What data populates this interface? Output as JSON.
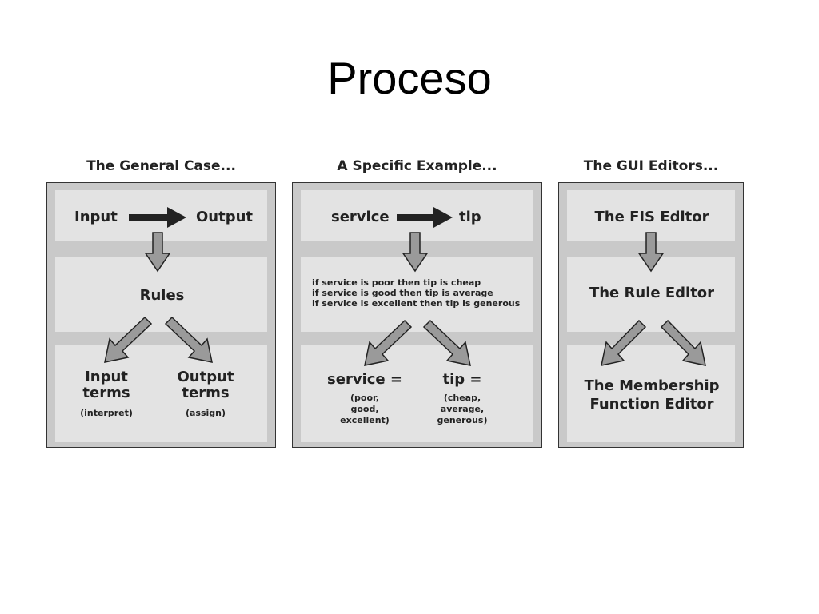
{
  "title": "Proceso",
  "panels": [
    {
      "heading": "The General Case...",
      "top_left": "Input",
      "top_right": "Output",
      "middle": "Rules",
      "bottom_left": {
        "title_line1": "Input",
        "title_line2": "terms",
        "sub": "(interpret)"
      },
      "bottom_right": {
        "title_line1": "Output",
        "title_line2": "terms",
        "sub": "(assign)"
      }
    },
    {
      "heading": "A Specific Example...",
      "top_left": "service",
      "top_right": "tip",
      "rules": [
        "if service is poor then tip is cheap",
        "if service is good then tip is average",
        "if service is excellent then tip is generous"
      ],
      "bottom_left": {
        "title": "service =",
        "sub1": "(poor,",
        "sub2": "good,",
        "sub3": "excellent)"
      },
      "bottom_right": {
        "title": "tip =",
        "sub1": "(cheap,",
        "sub2": "average,",
        "sub3": "generous)"
      }
    },
    {
      "heading": "The GUI Editors...",
      "top": "The FIS Editor",
      "middle": "The Rule Editor",
      "bottom_line1": "The Membership",
      "bottom_line2": "Function Editor"
    }
  ],
  "colors": {
    "panel": "#c9c9c9",
    "band": "#e3e3e3",
    "arrow_fill": "#9a9a9a",
    "arrow_dark": "#222222"
  }
}
